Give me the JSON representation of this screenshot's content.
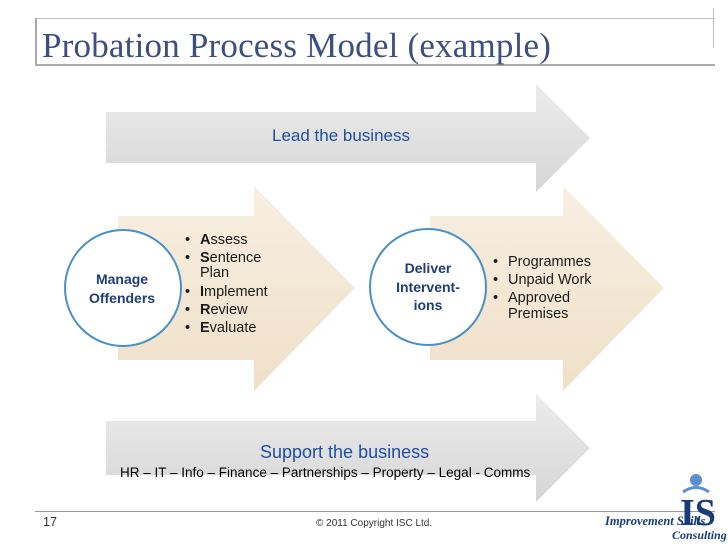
{
  "title": "Probation Process Model (example)",
  "lead_arrow": {
    "label": "Lead the business"
  },
  "manage": {
    "label_line1": "Manage",
    "label_line2": "Offenders",
    "steps": [
      {
        "first": "A",
        "rest": "ssess"
      },
      {
        "first": "S",
        "rest": "entence Plan"
      },
      {
        "first": "I",
        "rest": "mplement"
      },
      {
        "first": "R",
        "rest": "eview"
      },
      {
        "first": "E",
        "rest": "valuate"
      }
    ]
  },
  "deliver": {
    "label_line1": "Deliver",
    "label_line2": "Intervent-",
    "label_line3": "ions",
    "items": [
      "Programmes",
      "Unpaid Work",
      "Approved Premises"
    ]
  },
  "support_arrow": {
    "label": "Support the business",
    "sub": "HR – IT – Info – Finance – Partnerships – Property – Legal - Comms"
  },
  "footer": {
    "page_number": "17",
    "copyright": "© 2011 Copyright ISC Ltd.",
    "logo_mark": "IS",
    "logo_line1": "Improvement Skills",
    "logo_line2": "Consulting"
  },
  "colors": {
    "title": "#3b4f81",
    "gray_arrow": "#e1e1e1",
    "tan_arrow": "#f4e8d6",
    "circle_border": "#4a90c8",
    "arrow_text": "#1f4fa3"
  }
}
